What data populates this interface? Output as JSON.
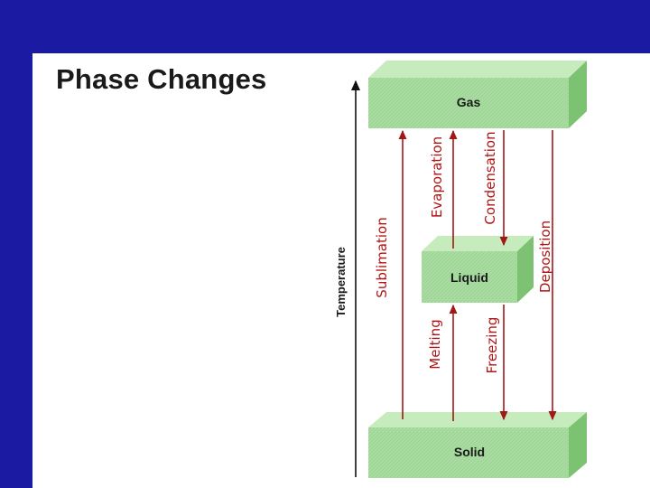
{
  "title": "Phase Changes",
  "axis": {
    "label": "Temperature"
  },
  "states": {
    "gas": "Gas",
    "liquid": "Liquid",
    "solid": "Solid"
  },
  "processes": {
    "sublimation": "Sublimation",
    "evaporation": "Evaporation",
    "condensation": "Condensation",
    "deposition": "Deposition",
    "melting": "Melting",
    "freezing": "Freezing"
  },
  "colors": {
    "background": "#1a1aa3",
    "box_front": "#a8dca0",
    "box_top": "#c6ebbd",
    "box_side": "#7cc272",
    "arrow": "#a01818",
    "label": "#b01515"
  }
}
